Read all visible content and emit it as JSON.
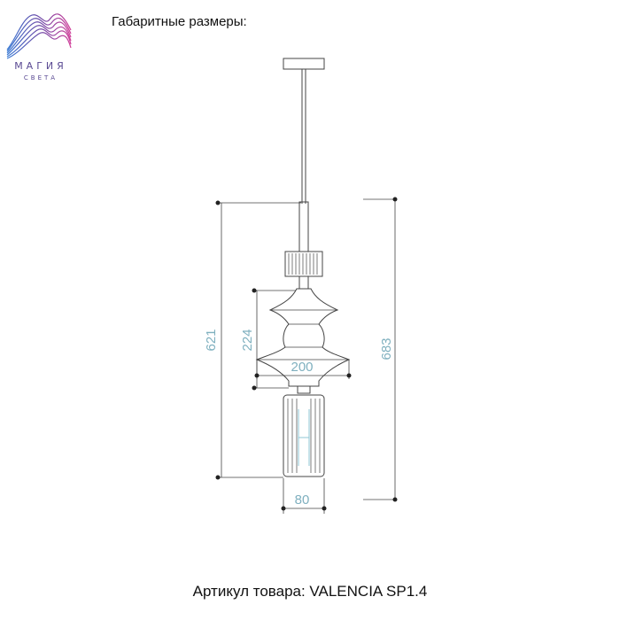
{
  "logo": {
    "name": "МАГИЯ",
    "subtitle": "СВЕТА",
    "colors": [
      "#3b7bd4",
      "#6a4aa8",
      "#d0409a"
    ]
  },
  "heading": "Габаритные размеры:",
  "dimensions": {
    "total_height": "683",
    "body_height": "621",
    "shade_height": "224",
    "shade_width": "200",
    "base_width": "80"
  },
  "footer": "Артикул товара: VALENCIA SP1.4",
  "colors": {
    "line": "#444444",
    "dimension_text": "#7fb0bf",
    "accent": "#8fc7d6"
  }
}
